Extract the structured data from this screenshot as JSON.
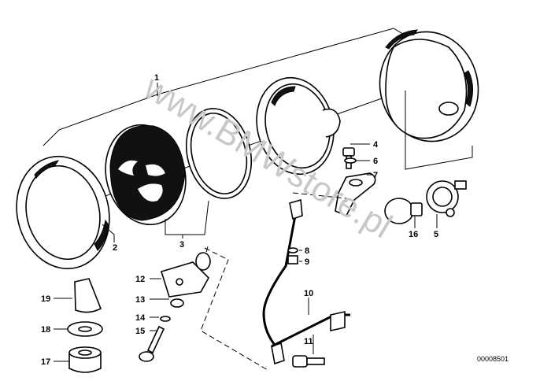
{
  "watermark": "www.BMWstore.pl",
  "drawing_code": "00008501",
  "callouts": [
    {
      "id": "1",
      "text": "1"
    },
    {
      "id": "2",
      "text": "2"
    },
    {
      "id": "3",
      "text": "3"
    },
    {
      "id": "4",
      "text": "4"
    },
    {
      "id": "5",
      "text": "5"
    },
    {
      "id": "6",
      "text": "6"
    },
    {
      "id": "7",
      "text": "7"
    },
    {
      "id": "8",
      "text": "8"
    },
    {
      "id": "9",
      "text": "9"
    },
    {
      "id": "10",
      "text": "10"
    },
    {
      "id": "11",
      "text": "11"
    },
    {
      "id": "12",
      "text": "12"
    },
    {
      "id": "13",
      "text": "13"
    },
    {
      "id": "14",
      "text": "14"
    },
    {
      "id": "15",
      "text": "15"
    },
    {
      "id": "16",
      "text": "16"
    },
    {
      "id": "17",
      "text": "17"
    },
    {
      "id": "18",
      "text": "18"
    },
    {
      "id": "19",
      "text": "19"
    }
  ]
}
